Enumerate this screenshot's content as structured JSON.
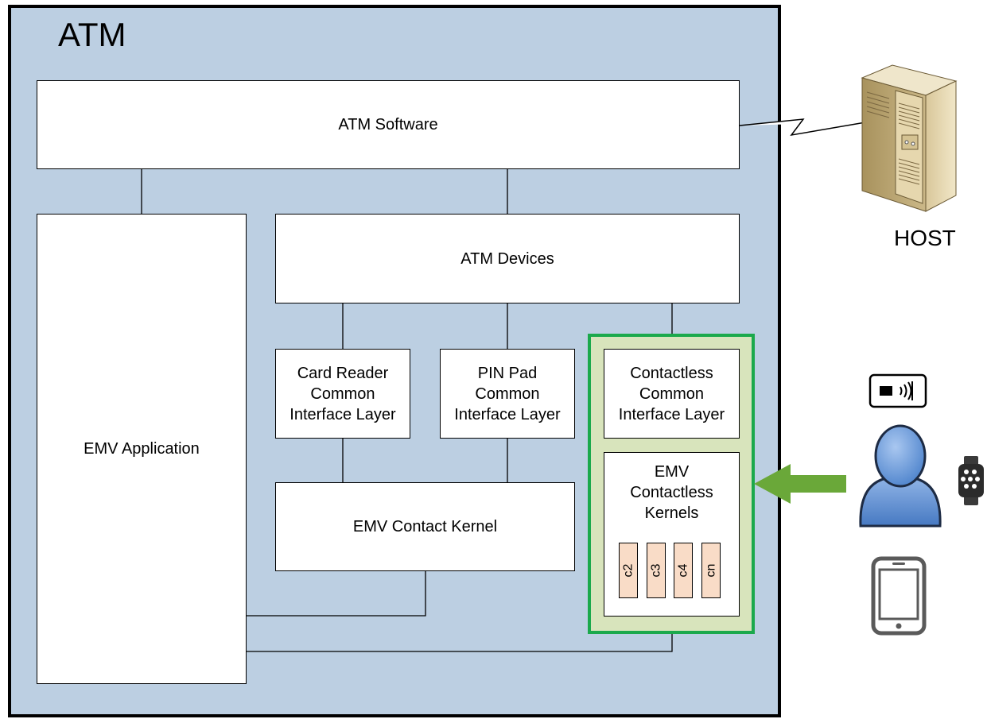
{
  "diagram": {
    "atm_title": "ATM",
    "host_label": "HOST",
    "boxes": {
      "atm_software": "ATM Software",
      "emv_application": "EMV Application",
      "atm_devices": "ATM Devices",
      "card_reader_cil": "Card Reader\nCommon\nInterface Layer",
      "pin_pad_cil": "PIN Pad\nCommon\nInterface Layer",
      "contactless_cil": "Contactless\nCommon\nInterface Layer",
      "emv_contact_kernel": "EMV Contact Kernel",
      "emv_contactless_kernels": "EMV\nContactless\nKernels"
    },
    "kernels": [
      "c2",
      "c3",
      "c4",
      "cn"
    ],
    "colors": {
      "atm_background": "#bccfe2",
      "contactless_highlight_border": "#1ba94c",
      "contactless_highlight_fill": "#d8e4bc",
      "kernel_chip_fill": "#f9dcc7",
      "arrow": "#6aa839",
      "user_icon": "#5b8fd6"
    },
    "icons": [
      "server-icon",
      "contactless-card-icon",
      "user-icon",
      "smartwatch-icon",
      "smartphone-icon",
      "lightning-link-icon",
      "arrow-left-icon"
    ]
  }
}
